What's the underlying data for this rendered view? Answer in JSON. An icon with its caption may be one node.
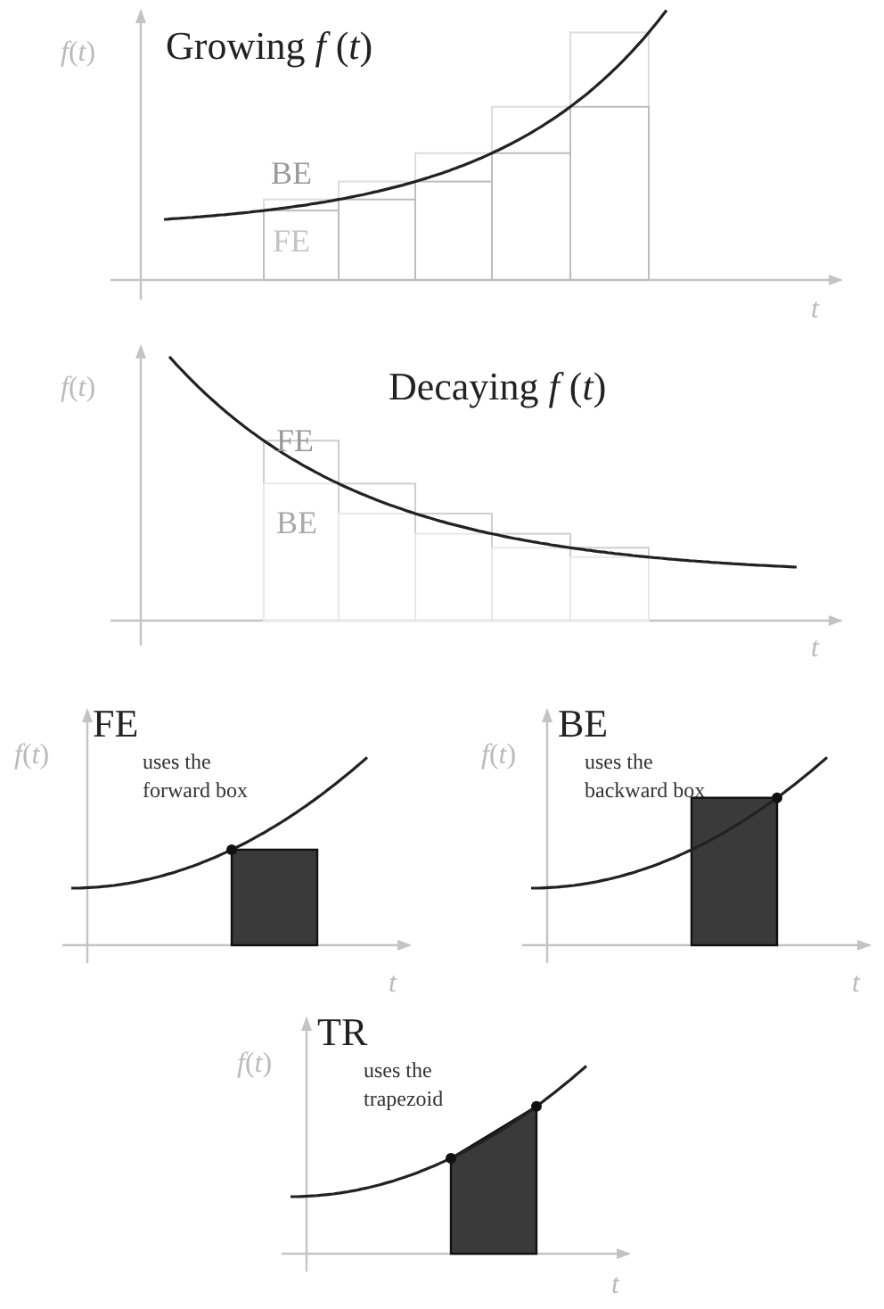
{
  "diagram": {
    "labels": [
      "*f*(*t*)",
      "Growing *f* (*t*)",
      "BE",
      "FE",
      "*t*",
      "*f*(*t*)",
      "Decaying *f* (*t*)",
      "FE",
      "BE",
      "*t*",
      "*f*(*t*)",
      "FE",
      "uses the forward box",
      "*f*(*t*)",
      "BE",
      "uses the backward box",
      "*t*",
      "*t*",
      "*f*(*t*)",
      "TR",
      "uses the trapezoid",
      "*t*"
    ]
  }
}
